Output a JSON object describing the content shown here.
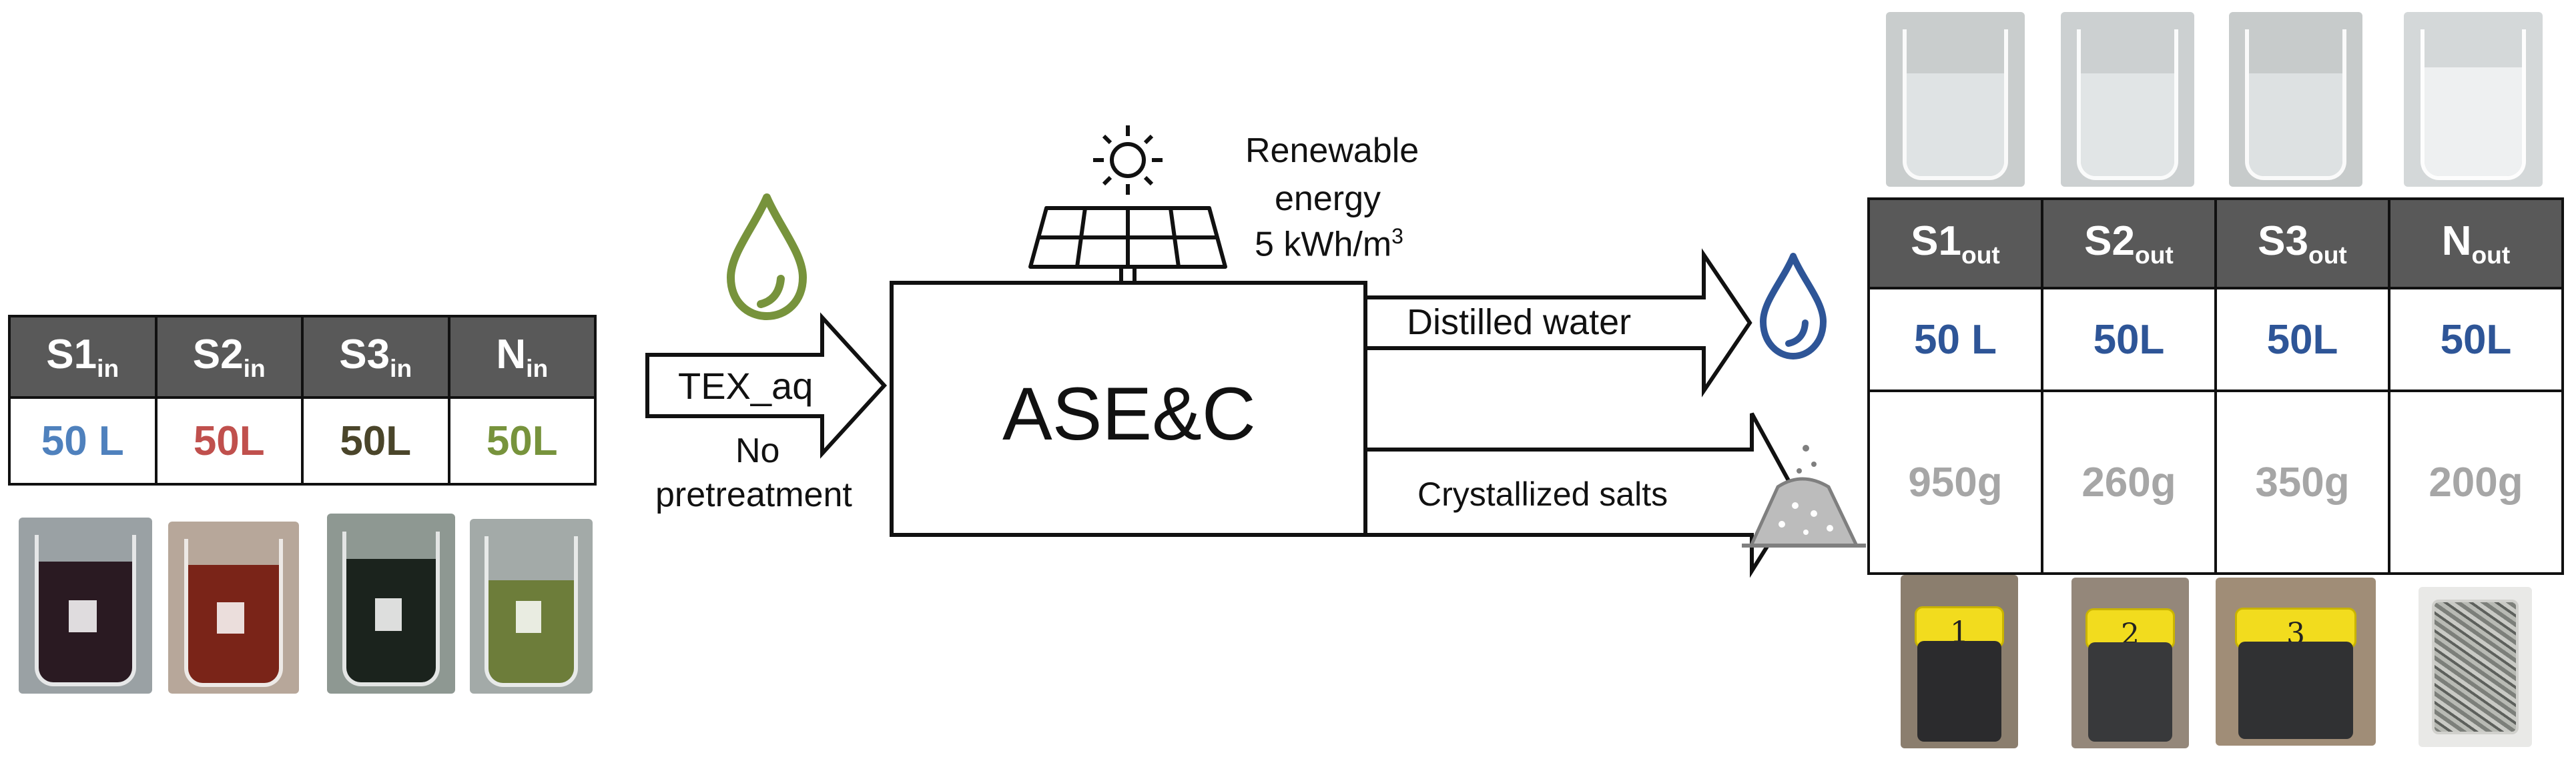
{
  "inputs": {
    "headers": [
      {
        "main": "S1",
        "sub": "in"
      },
      {
        "main": "S2",
        "sub": "in"
      },
      {
        "main": "S3",
        "sub": "in"
      },
      {
        "main": "N",
        "sub": "in"
      }
    ],
    "volumes": [
      "50 L",
      "50L",
      "50L",
      "50L"
    ],
    "colors": [
      "#4f81bd",
      "#c0504d",
      "#4a452a",
      "#77933c"
    ]
  },
  "feed": {
    "label": "TEX_aq",
    "note_line1": "No",
    "note_line2": "pretreatment",
    "drop_color": "#77933c"
  },
  "process": {
    "name": "ASE&C",
    "energy_line1": "Renewable",
    "energy_line2": "energy",
    "energy_value": "5 kWh/m",
    "energy_exp": "3"
  },
  "outputs_flow": {
    "water": "Distilled water",
    "salts": "Crystallized salts",
    "water_color": "#2e5597"
  },
  "outputs": {
    "headers": [
      {
        "main": "S1",
        "sub": "out"
      },
      {
        "main": "S2",
        "sub": "out"
      },
      {
        "main": "S3",
        "sub": "out"
      },
      {
        "main": "N",
        "sub": "out"
      }
    ],
    "volumes": [
      "50 L",
      "50L",
      "50L",
      "50L"
    ],
    "salts": [
      "950g",
      "260g",
      "350g",
      "200g"
    ],
    "jar_labels": [
      "1",
      "2",
      "3"
    ]
  }
}
